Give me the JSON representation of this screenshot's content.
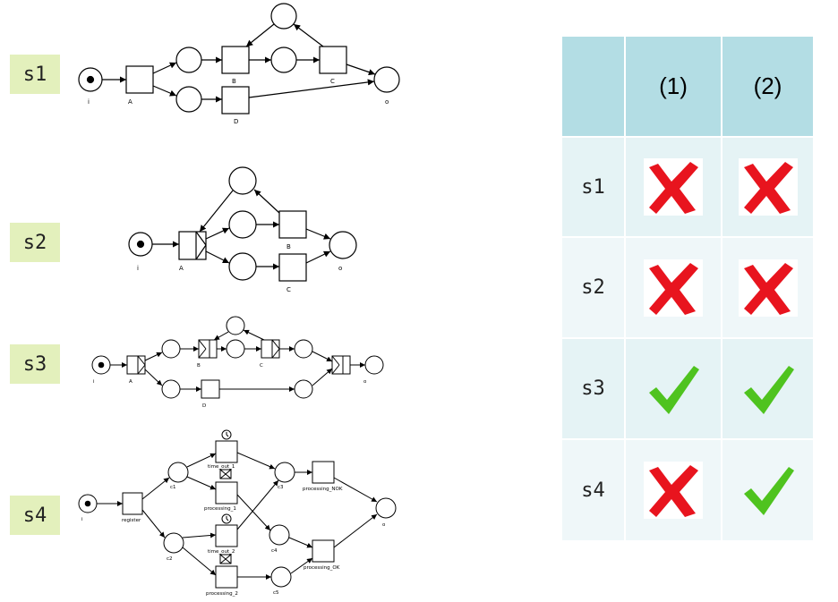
{
  "nets": [
    {
      "label": "s1",
      "nodes": {
        "i": "i",
        "A": "A",
        "B": "B",
        "C": "C",
        "D": "D",
        "o": "o"
      }
    },
    {
      "label": "s2",
      "nodes": {
        "i": "i",
        "A": "A",
        "B": "B",
        "C": "C",
        "o": "o"
      }
    },
    {
      "label": "s3",
      "nodes": {
        "i": "i",
        "A": "A",
        "B": "B",
        "C": "C",
        "D": "D",
        "o": "o"
      }
    },
    {
      "label": "s4",
      "nodes": {
        "i": "i",
        "register": "register",
        "c1": "c1",
        "c2": "c2",
        "c3": "c3",
        "c4": "c4",
        "c5": "c5",
        "time_out_1": "time_out_1",
        "processing_1": "processing_1",
        "time_out_2": "time_out_2",
        "processing_2": "processing_2",
        "processing_NOK": "processing_NOK",
        "processing_OK": "processing_OK",
        "o": "o"
      }
    }
  ],
  "table": {
    "columns": [
      "",
      "(1)",
      "(2)"
    ],
    "rows": [
      {
        "label": "s1",
        "col1": "cross",
        "col2": "cross"
      },
      {
        "label": "s2",
        "col1": "cross",
        "col2": "cross"
      },
      {
        "label": "s3",
        "col1": "check",
        "col2": "check"
      },
      {
        "label": "s4",
        "col1": "cross",
        "col2": "check"
      }
    ]
  },
  "colors": {
    "cross": "#e8141e",
    "check": "#4fc31f",
    "header": "#b3dde4",
    "label_bg": "#e3f0bc"
  }
}
